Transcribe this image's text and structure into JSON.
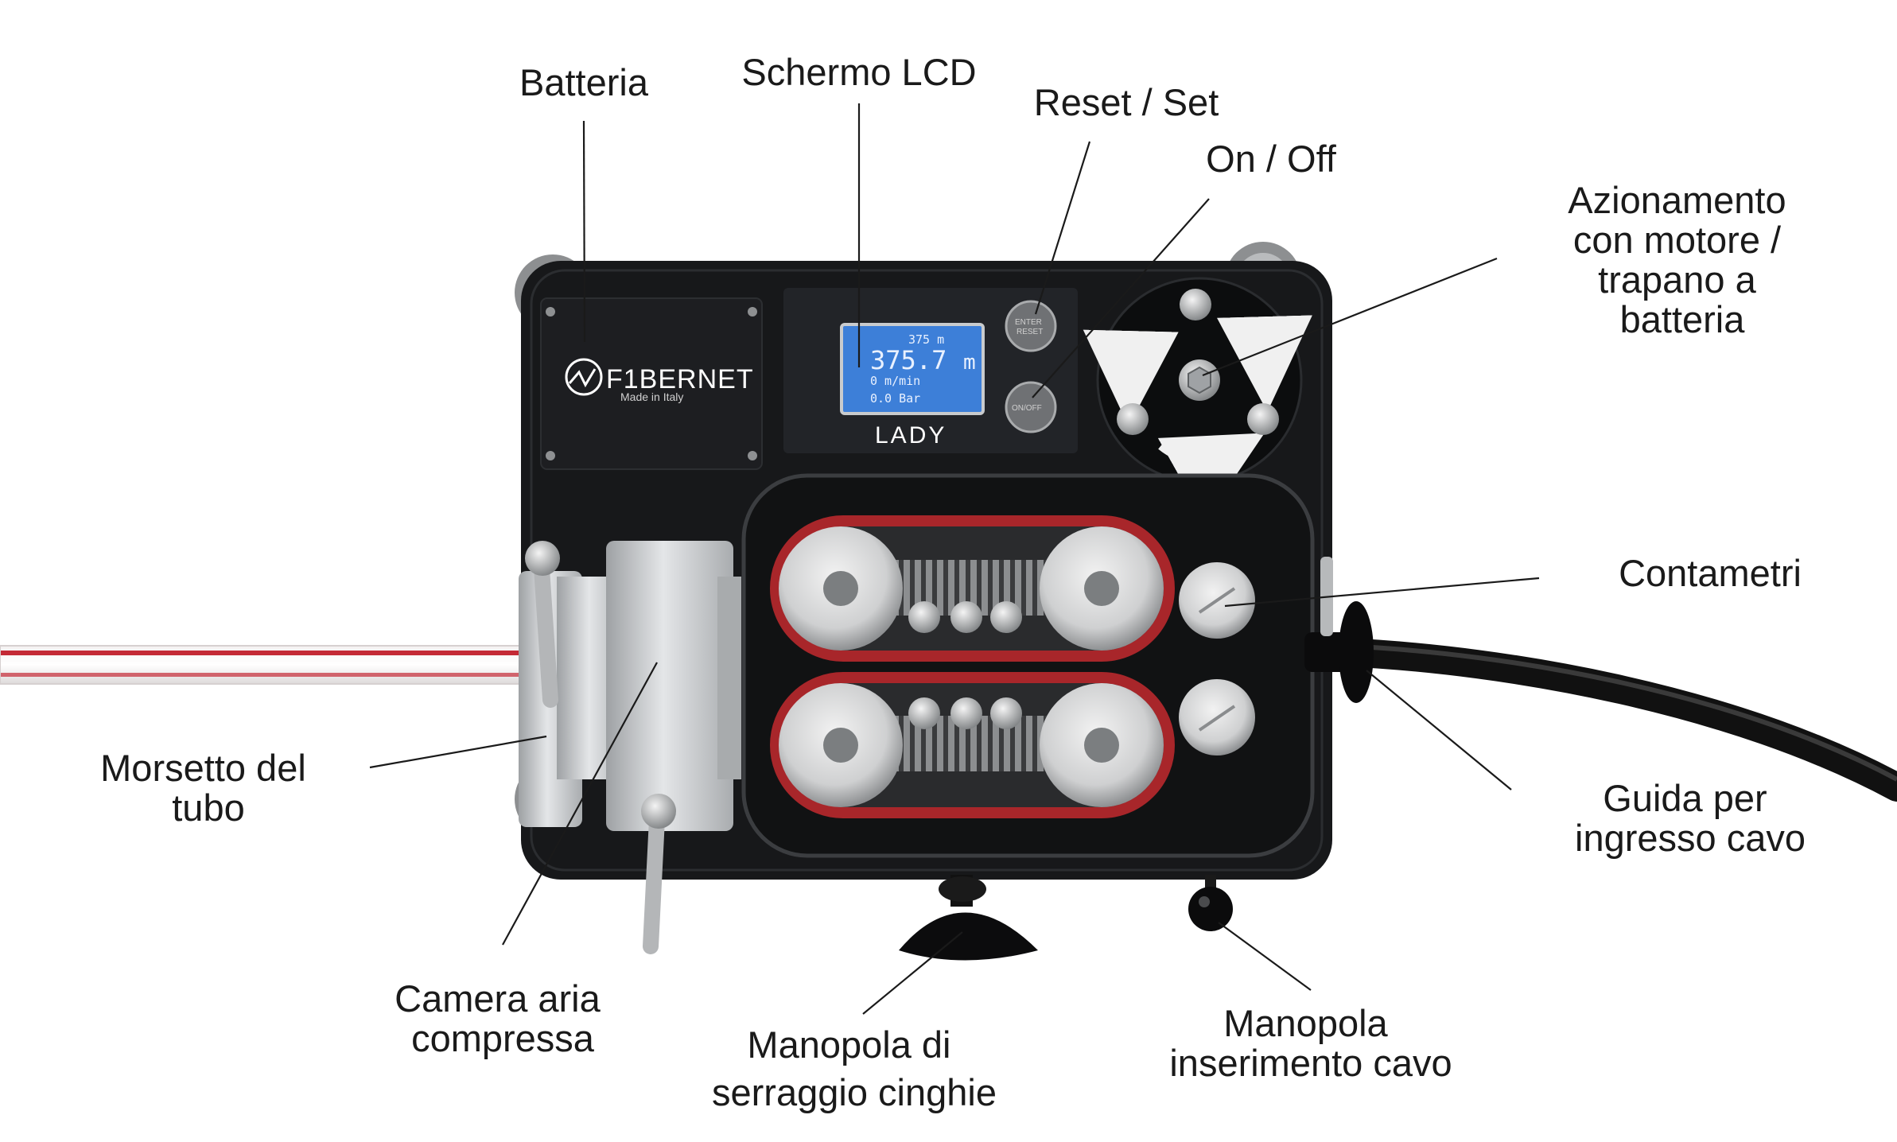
{
  "device": {
    "brand": "F1BERNET",
    "made_in": "Made in Italy",
    "model": "LADY",
    "lcd": {
      "top_reading": "375 m",
      "main_reading": "375.7",
      "main_unit": "m",
      "speed": "0 m/min",
      "pressure": "0.0 Bar"
    },
    "buttons": {
      "enter_reset": [
        "ENTER",
        "RESET"
      ],
      "on_off": "ON/OFF"
    }
  },
  "labels": {
    "batteria": [
      "Batteria"
    ],
    "schermo_lcd": [
      "Schermo LCD"
    ],
    "reset_set": [
      "Reset / Set"
    ],
    "on_off": [
      "On / Off"
    ],
    "azionamento": [
      "Azionamento",
      "con motore /",
      "trapano a",
      "batteria"
    ],
    "contametri": [
      "Contametri"
    ],
    "guida": [
      "Guida per",
      "ingresso cavo"
    ],
    "morsetto": [
      "Morsetto del",
      "tubo"
    ],
    "camera": [
      "Camera aria",
      "compressa"
    ],
    "manopola_cinghie": [
      "Manopola di",
      "serraggio cinghie"
    ],
    "manopola_cavo": [
      "Manopola",
      "inserimento cavo"
    ]
  },
  "colors": {
    "body": "#17181a",
    "panel": "#222428",
    "lcd": "#3d7fd8",
    "belt_red": "#a8262a",
    "metal": "#c9cbcd",
    "tube_red": "#c42a36"
  }
}
